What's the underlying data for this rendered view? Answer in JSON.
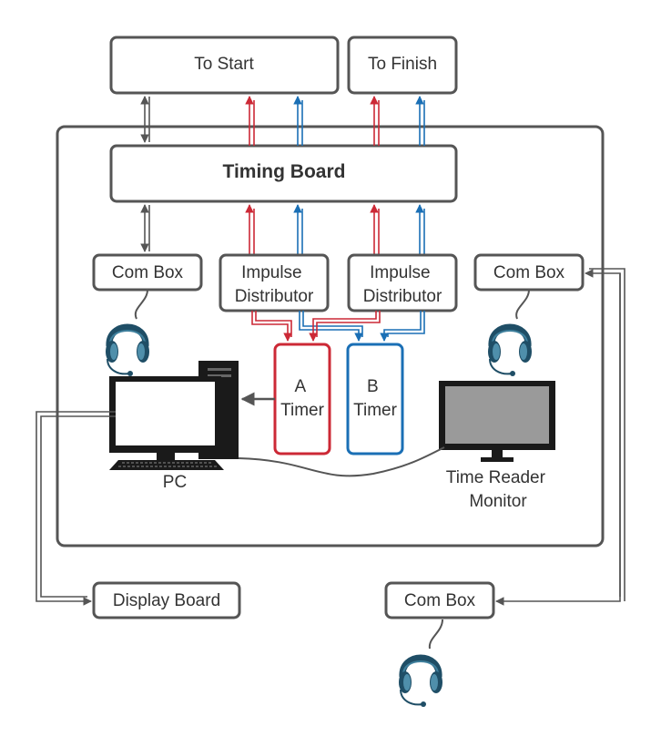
{
  "boxes": {
    "to_start": "To Start",
    "to_finish": "To Finish",
    "timing_board": "Timing Board",
    "com_box_left": "Com Box",
    "com_box_right": "Com Box",
    "com_box_bottom": "Com Box",
    "display_board": "Display Board",
    "impulse_left": [
      "Impulse",
      "Distributor"
    ],
    "impulse_right": [
      "Impulse",
      "Distributor"
    ],
    "timer_a": [
      "A",
      "Timer"
    ],
    "timer_b": [
      "B",
      "Timer"
    ]
  },
  "labels": {
    "pc": "PC",
    "monitor": [
      "Time Reader",
      "Monitor"
    ]
  },
  "colors": {
    "outline": "#555555",
    "red": "#cc2936",
    "blue": "#1a6fb5",
    "headset": "#1f4e66",
    "headset_light": "#3e7f9c"
  },
  "icons": {
    "headset": "headset-icon",
    "computer": "desktop-pc-icon",
    "monitor": "monitor-icon"
  }
}
